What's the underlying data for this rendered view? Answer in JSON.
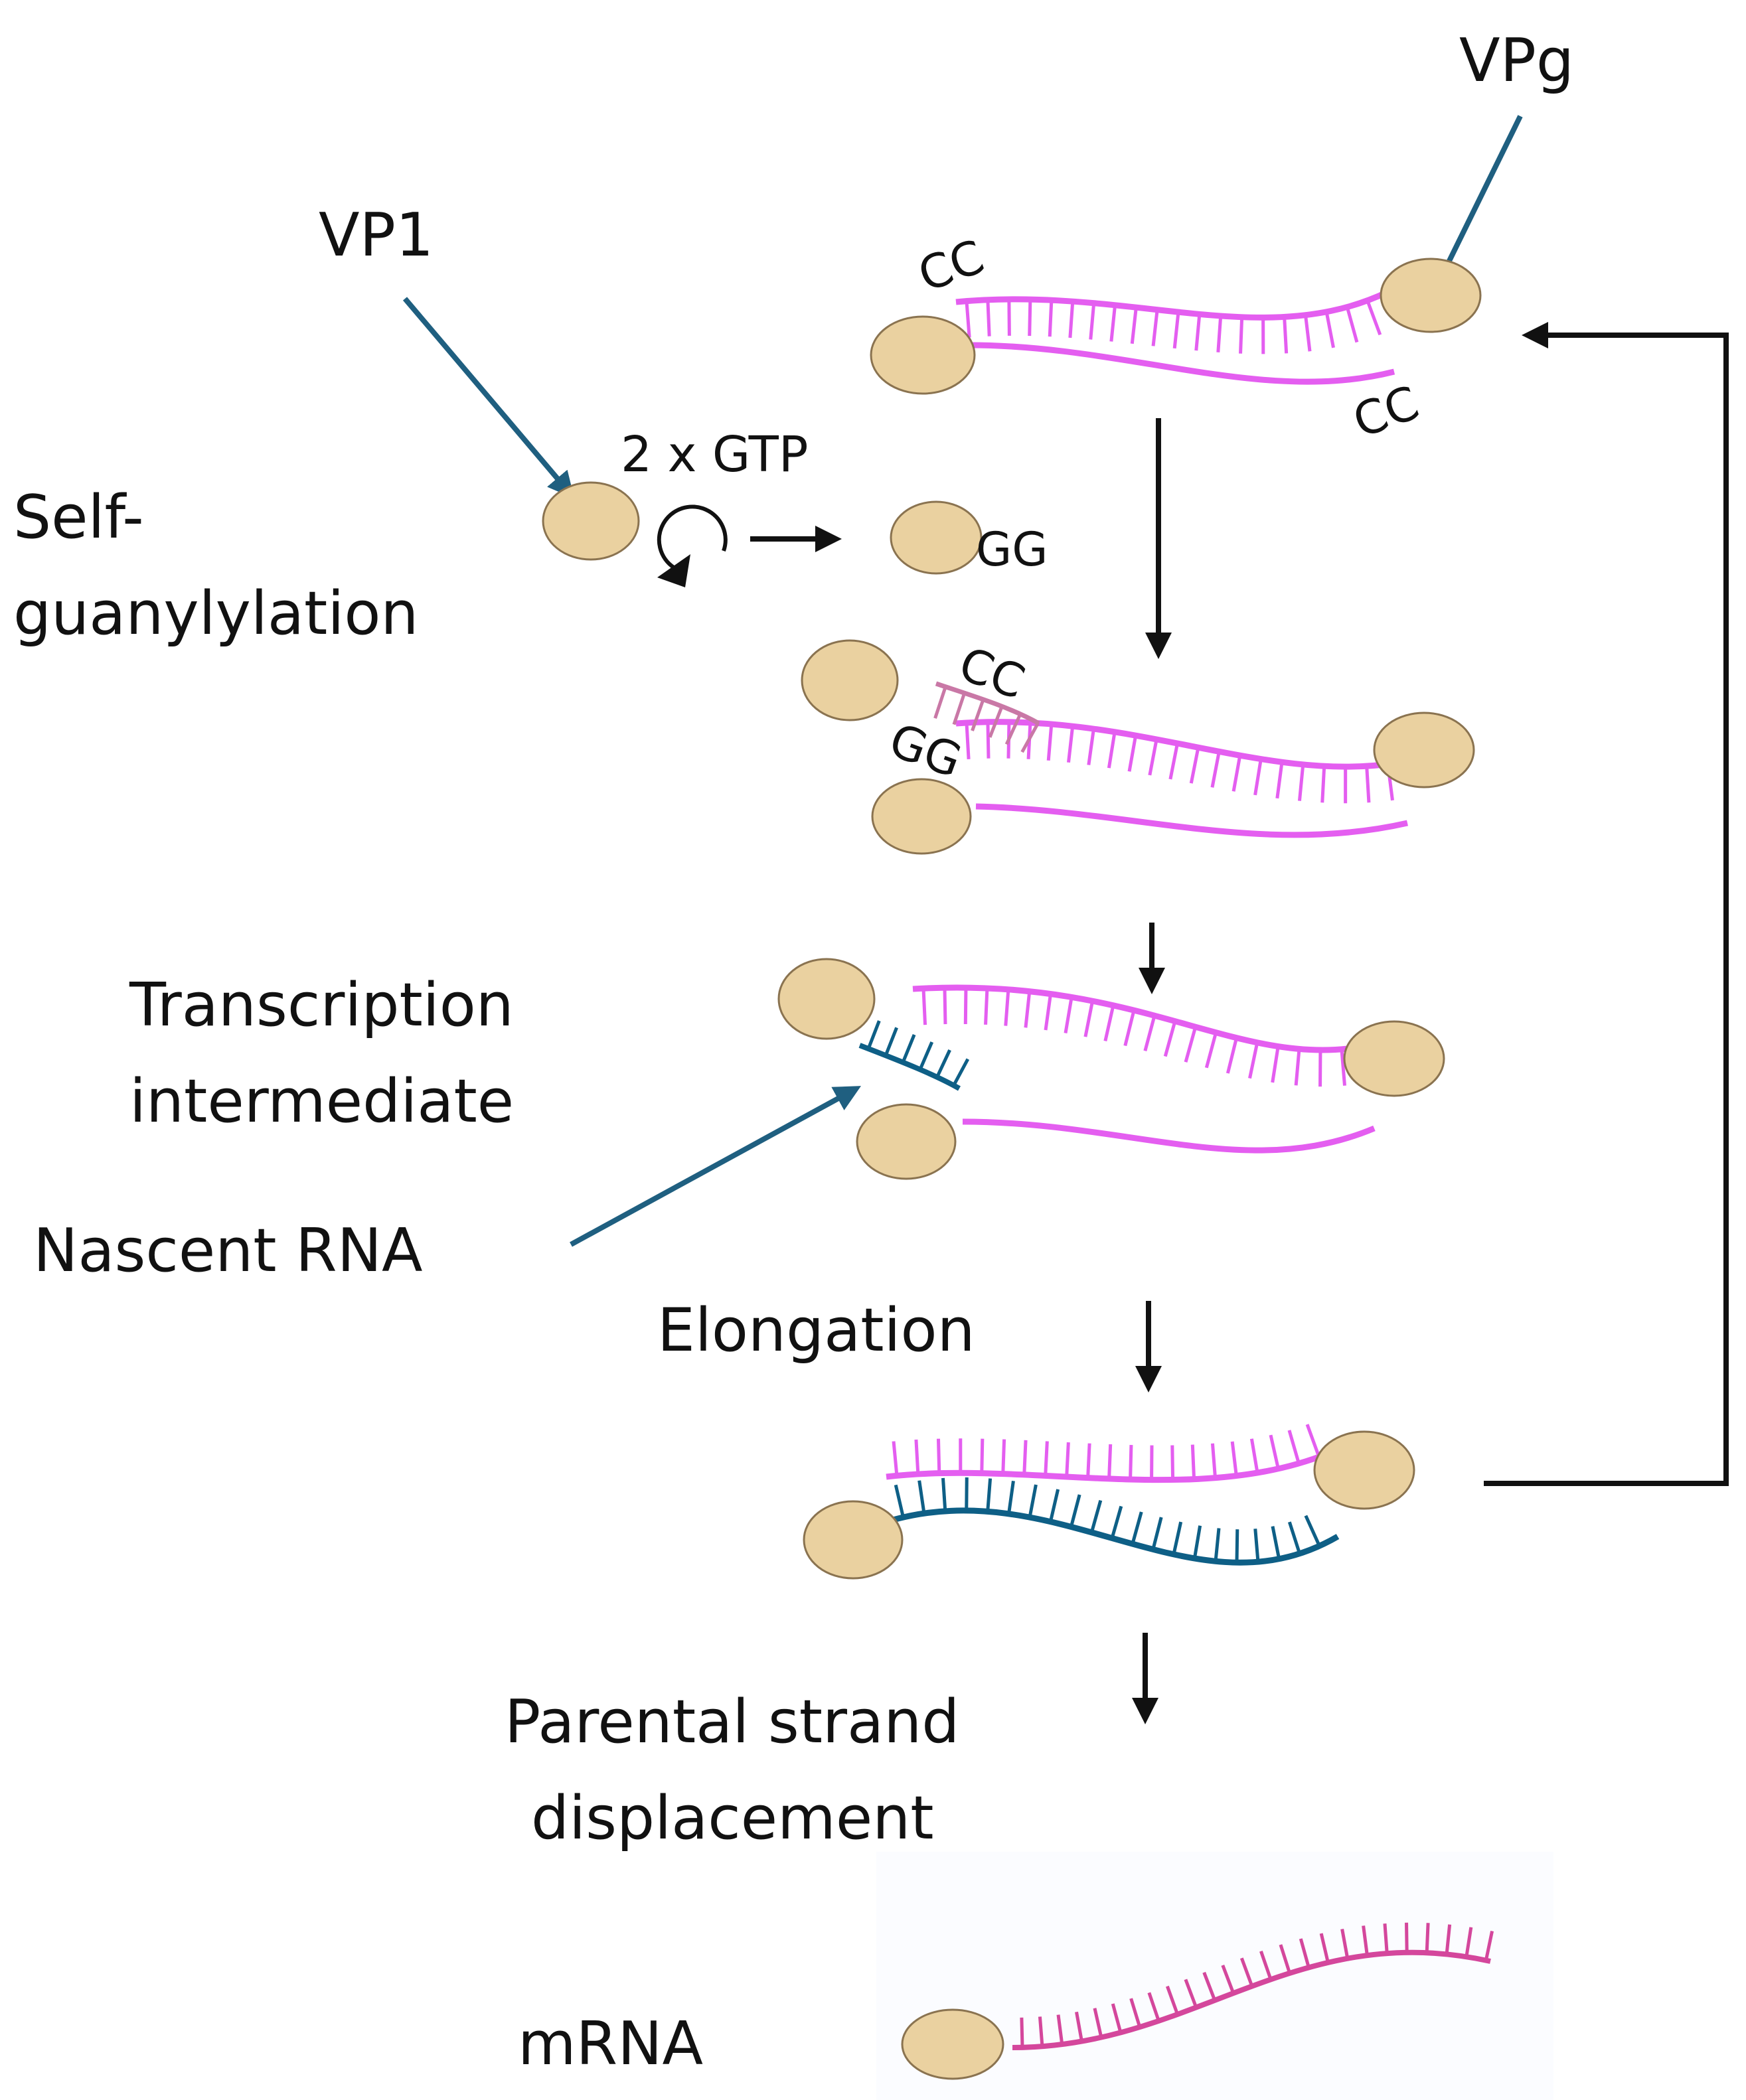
{
  "labels": {
    "vpg": "VPg",
    "vp1": "VP1",
    "gtp": "2 x GTP",
    "self_1": "Self-",
    "self_2": "guanylylation",
    "trans_1": "Transcription",
    "trans_2": "intermediate",
    "nascent": "Nascent RNA",
    "elongation": "Elongation",
    "parental_1": "Parental strand",
    "parental_2": "displacement",
    "mrna": "mRNA"
  },
  "nucleotides": {
    "cc": "CC",
    "gg": "GG"
  },
  "colors": {
    "protein_fill": "#ead1a0",
    "protein_stroke": "#8a7350",
    "parental_strand": "#e45ef0",
    "nascent_strand": "#0e5f86",
    "mrna_strand": "#d4479c",
    "primer_strand": "#c978a6",
    "pointer_arrow": "#1f5f80",
    "flow_arrow": "#111111"
  },
  "icons": {
    "cycle": "circular-arrow-icon"
  }
}
